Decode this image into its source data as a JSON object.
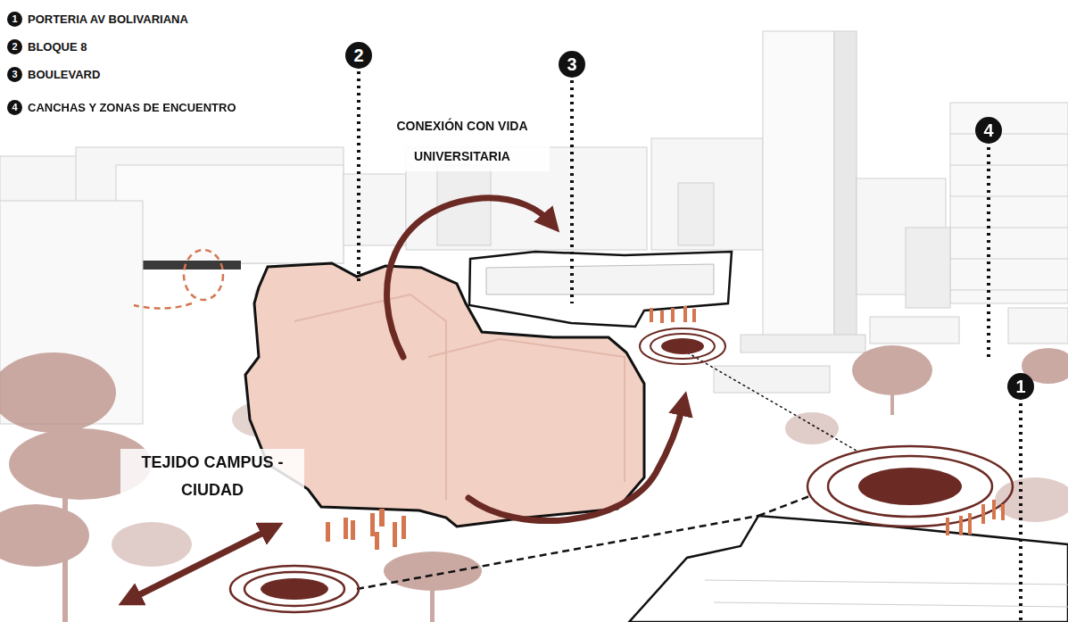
{
  "diagram": {
    "labels": [
      "1",
      "2",
      "3",
      "4",
      "CONEXIÓN CON VIDA UNIVERSITARIA",
      "TEJIDO CAMPUS -CIUDAD",
      "2",
      "3",
      "4",
      "1"
    ],
    "legend": [
      {
        "text": "PORTERIA AV BOLIVARIANA"
      },
      {
        "text": "BLOQUE 8"
      },
      {
        "text": "BOULEVARD"
      },
      {
        "text": "CANCHAS Y ZONAS DE ENCUENTRO"
      }
    ]
  }
}
